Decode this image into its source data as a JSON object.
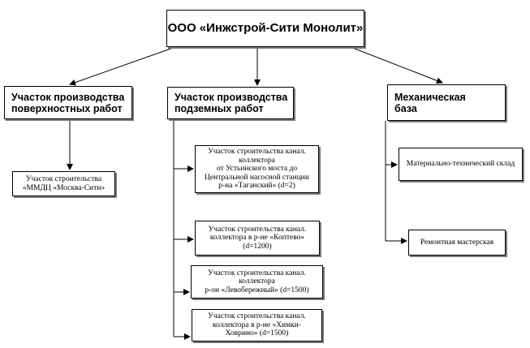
{
  "root": {
    "label": "ООО «Инжстрой-Сити Монолит»"
  },
  "departments": [
    {
      "label": "Участок производства\nповерхностных работ"
    },
    {
      "label": "Участок производства\nподземных работ"
    },
    {
      "label": "Механическая\nбаза"
    }
  ],
  "surface_sites": [
    {
      "label": "Участок строительства\n«ММДЦ «Москва-Сити»"
    }
  ],
  "underground_sites": [
    {
      "label": "Участок строительства канал.\nколлектора\nот Устьинского моста до\nЦентральной насосной станции\nр-на «Таганский» (d=2)"
    },
    {
      "label": "Участок строительства канал.\nколлектора в р-не «Коптево»\n(d=1200)"
    },
    {
      "label": "Участок строительства канал.\nколлектора\nр-он «Левобережный» (d=1500)"
    },
    {
      "label": "Участок строительства канал.\nколлектора   в р-не «Химки-\nХоврино» (d=1500)"
    }
  ],
  "mechanical_units": [
    {
      "label": "Материально-технический склад"
    },
    {
      "label": "Ремонтная мастерская"
    }
  ]
}
